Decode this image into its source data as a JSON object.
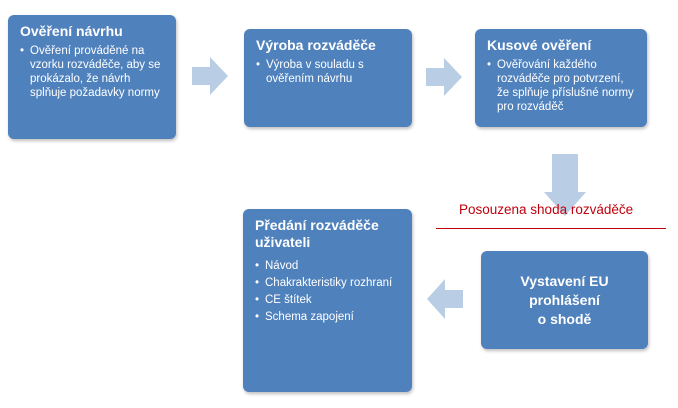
{
  "boxes": {
    "design_verification": {
      "title": "Ověření návrhu",
      "items": [
        "Ověření prováděné na vzorku rozváděče, aby se prokázalo, že návrh splňuje požadavky normy"
      ]
    },
    "production": {
      "title": "Výroba rozváděče",
      "items": [
        "Výroba v souladu s ověřením návrhu"
      ]
    },
    "routine_verification": {
      "title": "Kusové ověření",
      "items": [
        "Ověřování každého rozváděče pro potvrzení, že splňuje příslušné normy pro rozváděč"
      ]
    },
    "eu_declaration": {
      "title_lines": [
        "Vystavení EU",
        "prohlášení",
        "o shodě"
      ]
    },
    "handover": {
      "title": "Předání rozváděče uživateli",
      "items": [
        "Návod",
        "Chakrakteristiky rozhraní",
        "CE štítek",
        "Schema zapojení"
      ]
    }
  },
  "conformity_label": "Posouzena shoda rozváděče",
  "colors": {
    "box_fill": "#4f81bd",
    "arrow_fill": "#b9cde5",
    "label_red": "#c0000c"
  }
}
